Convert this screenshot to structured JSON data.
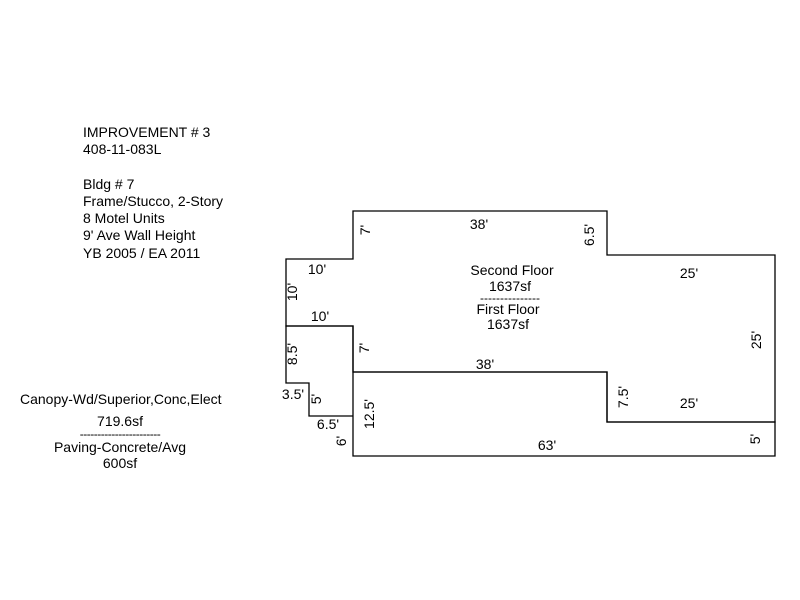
{
  "info": {
    "title": "IMPROVEMENT # 3",
    "parcel": "408-11-083L",
    "building": "Bldg # 7",
    "construction": "Frame/Stucco, 2-Story",
    "units": "8 Motel Units",
    "wall_height": "9' Ave Wall Height",
    "years": "YB 2005 / EA 2011"
  },
  "canopy": {
    "label": "Canopy-Wd/Superior,Conc,Elect",
    "area": "719.6sf",
    "separator": "-----------------------",
    "paving_label": "Paving-Concrete/Avg",
    "paving_area": "600sf"
  },
  "main_area": {
    "upper_label": "Second Floor",
    "upper_area": "1637sf",
    "separator": "---------------",
    "lower_label": "First Floor",
    "lower_area": "1637sf"
  },
  "dimensions": {
    "top_38": "38'",
    "top_left_7": "7'",
    "top_right_6_5": "6.5'",
    "upper_left_10": "10'",
    "upper_left_side_10": "10'",
    "mid_left_10": "10'",
    "inner_left_7": "7'",
    "right_top_25": "25'",
    "right_side_25": "25'",
    "mid_38": "38'",
    "notch_7_5": "7.5'",
    "notch_25": "25'",
    "canopy_8_5": "8.5'",
    "canopy_3_5": "3.5'",
    "canopy_5": "5'",
    "canopy_6_5": "6.5'",
    "canopy_6": "6'",
    "lower_12_5": "12.5'",
    "bottom_63": "63'",
    "bottom_right_5": "5'"
  }
}
